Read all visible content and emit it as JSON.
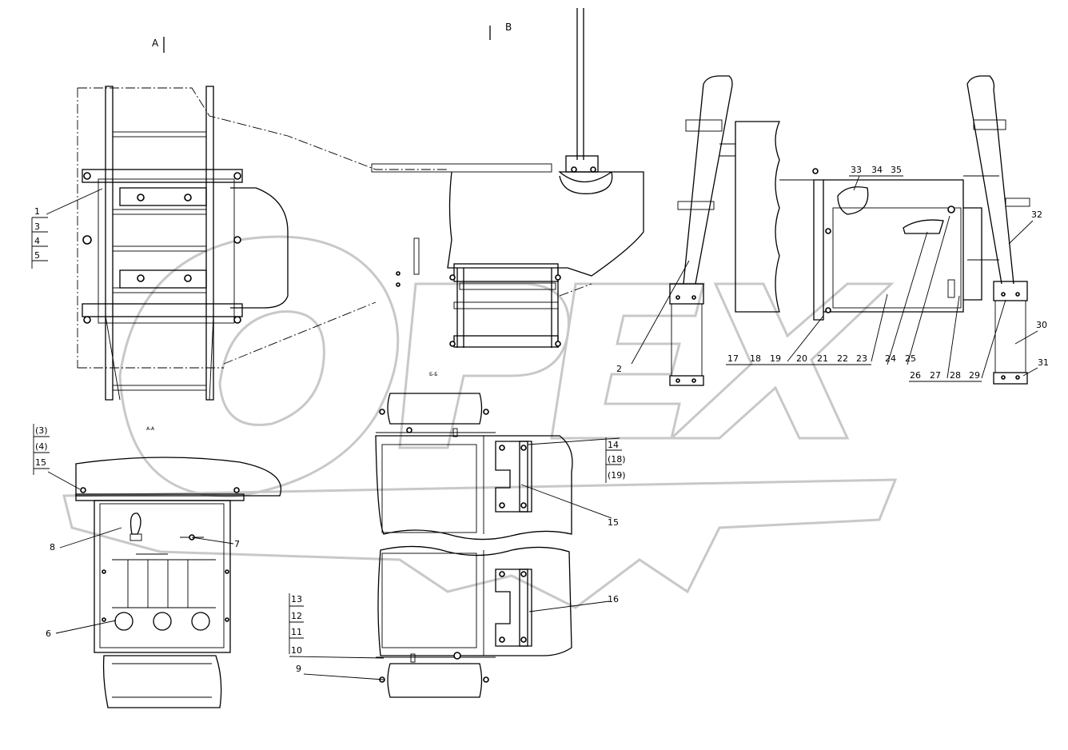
{
  "view_labels": [
    {
      "id": "view-a",
      "text": "A"
    },
    {
      "id": "view-b",
      "text": "B"
    },
    {
      "id": "section-aa",
      "text": "A-A"
    },
    {
      "id": "section-bb",
      "text": "Б-Б"
    }
  ],
  "callouts": [
    {
      "id": "c1",
      "text": "1"
    },
    {
      "id": "c3",
      "text": "3"
    },
    {
      "id": "c4",
      "text": "4"
    },
    {
      "id": "c5",
      "text": "5"
    },
    {
      "id": "c2",
      "text": "2"
    },
    {
      "id": "c17",
      "text": "17"
    },
    {
      "id": "c18",
      "text": "18"
    },
    {
      "id": "c19",
      "text": "19"
    },
    {
      "id": "c20",
      "text": "20"
    },
    {
      "id": "c21",
      "text": "21"
    },
    {
      "id": "c22",
      "text": "22"
    },
    {
      "id": "c23",
      "text": "23"
    },
    {
      "id": "c24",
      "text": "24"
    },
    {
      "id": "c25",
      "text": "25"
    },
    {
      "id": "c26",
      "text": "26"
    },
    {
      "id": "c27",
      "text": "27"
    },
    {
      "id": "c28",
      "text": "28"
    },
    {
      "id": "c29",
      "text": "29"
    },
    {
      "id": "c30",
      "text": "30"
    },
    {
      "id": "c31",
      "text": "31"
    },
    {
      "id": "c32",
      "text": "32"
    },
    {
      "id": "c33",
      "text": "33"
    },
    {
      "id": "c34",
      "text": "34"
    },
    {
      "id": "c35",
      "text": "35"
    },
    {
      "id": "c3p",
      "text": "(3)"
    },
    {
      "id": "c4p",
      "text": "(4)"
    },
    {
      "id": "c15a",
      "text": "15"
    },
    {
      "id": "c8",
      "text": "8"
    },
    {
      "id": "c7",
      "text": "7"
    },
    {
      "id": "c6",
      "text": "6"
    },
    {
      "id": "c14",
      "text": "14"
    },
    {
      "id": "c18p",
      "text": "(18)"
    },
    {
      "id": "c19p",
      "text": "(19)"
    },
    {
      "id": "c15b",
      "text": "15"
    },
    {
      "id": "c16",
      "text": "16"
    },
    {
      "id": "c13",
      "text": "13"
    },
    {
      "id": "c12",
      "text": "12"
    },
    {
      "id": "c11",
      "text": "11"
    },
    {
      "id": "c10",
      "text": "10"
    },
    {
      "id": "c9",
      "text": "9"
    }
  ],
  "watermark": {
    "text": "OPEX"
  },
  "colors": {
    "line": "#000000",
    "watermark": "#c8c8c8",
    "background": "#ffffff"
  }
}
